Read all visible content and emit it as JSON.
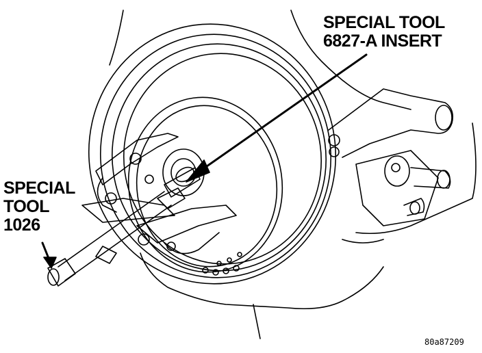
{
  "callouts": {
    "insert": {
      "line1": "SPECIAL TOOL",
      "line2": "6827-A INSERT"
    },
    "puller": {
      "line1": "SPECIAL",
      "line2": "TOOL",
      "line3": "1026"
    }
  },
  "figure_id": "80a87209",
  "colors": {
    "ink": "#000000",
    "paper": "#ffffff"
  }
}
